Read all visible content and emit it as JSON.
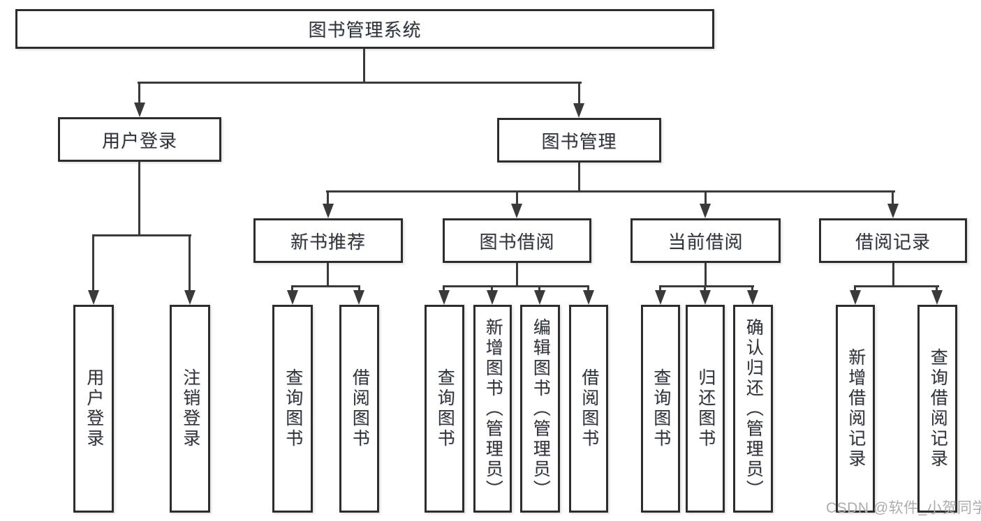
{
  "diagram": {
    "root": {
      "label": "图书管理系统"
    },
    "branches": [
      {
        "label": "用户登录",
        "children": [
          {
            "label": "用户登录"
          },
          {
            "label": "注销登录"
          }
        ]
      },
      {
        "label": "图书管理",
        "children": [
          {
            "label": "新书推荐",
            "children": [
              {
                "label": "查询图书"
              },
              {
                "label": "借阅图书"
              }
            ]
          },
          {
            "label": "图书借阅",
            "children": [
              {
                "label": "查询图书"
              },
              {
                "label": "新增图书（管理员）"
              },
              {
                "label": "编辑图书（管理员）"
              },
              {
                "label": "借阅图书"
              }
            ]
          },
          {
            "label": "当前借阅",
            "children": [
              {
                "label": "查询图书"
              },
              {
                "label": "归还图书"
              },
              {
                "label": "确认归还（管理员）"
              }
            ]
          },
          {
            "label": "借阅记录",
            "children": [
              {
                "label": "新增借阅记录"
              },
              {
                "label": "查询借阅记录"
              }
            ]
          }
        ]
      }
    ]
  },
  "watermark": {
    "text": "CSDN @软件_小贺同学"
  },
  "colors": {
    "background": "#ffffff",
    "line": "#3a3a3a",
    "box_border": "#2d2d2d",
    "text": "#333333",
    "watermark": "#acacac"
  }
}
